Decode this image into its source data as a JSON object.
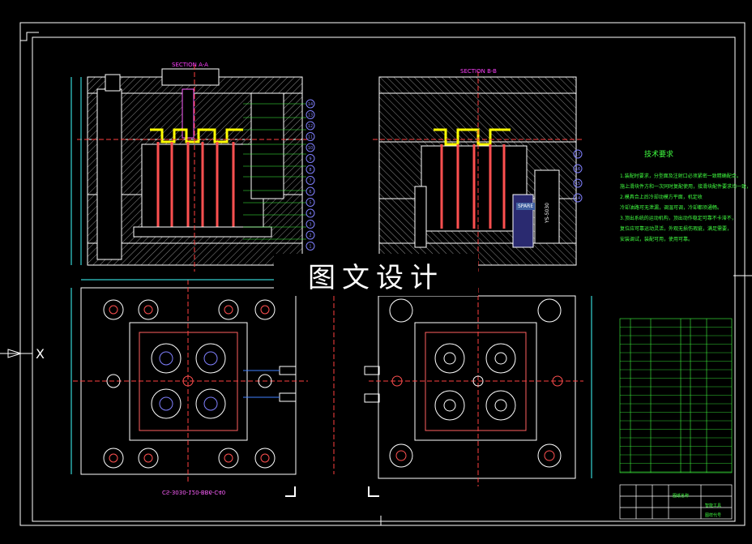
{
  "title_block": {
    "section_a_label": "SECTION A-A",
    "section_b_label": "SECTION B-B",
    "technical_requirements_title": "技术要求",
    "technical_requirements_lines": [
      "1.装配时要求，分型面及注射口必须紧密一致精确配合。",
      "施上滑块件方和一次同时复配使用，接滑块配件要求均一致，",
      "2.模具合上后冷却动模方平面，机定收",
      "冷却油路可无泄漏，调温可调，冷却都须通畅。",
      "3.顶出系统的运动机构，顶出动作稳定可靠不卡滞不，",
      "复位应可靠运动灵活，外观无损伤瑕疵，满足需要，",
      "安装调试，装配可用，使用可靠。"
    ],
    "vertical_label": "YS-5030",
    "spare_label": "SPARE",
    "bottom_label_mirrored": "CS-3030-120-BB6-C40",
    "watermark": "图文设计",
    "designer_label": "图纸名称",
    "company_label": "智能工具",
    "drawing_code_label": "图样代号"
  },
  "colors": {
    "background": "#000000",
    "frame": "#ffffff",
    "hatch": "#ffffff",
    "cavity": "#ffff00",
    "pins": "#ff6060",
    "dimension": "#40ffff",
    "callout": "#8080ff",
    "section_text": "#ff40ff",
    "text_green": "#40ff40",
    "cooling": "#4080ff"
  },
  "callouts_section_a": [
    "14",
    "13",
    "12",
    "11",
    "10",
    "9",
    "8",
    "7",
    "6",
    "5",
    "4",
    "3",
    "2",
    "1"
  ],
  "callouts_section_b": [
    "17",
    "16",
    "15",
    "14"
  ],
  "x_marker": "X"
}
